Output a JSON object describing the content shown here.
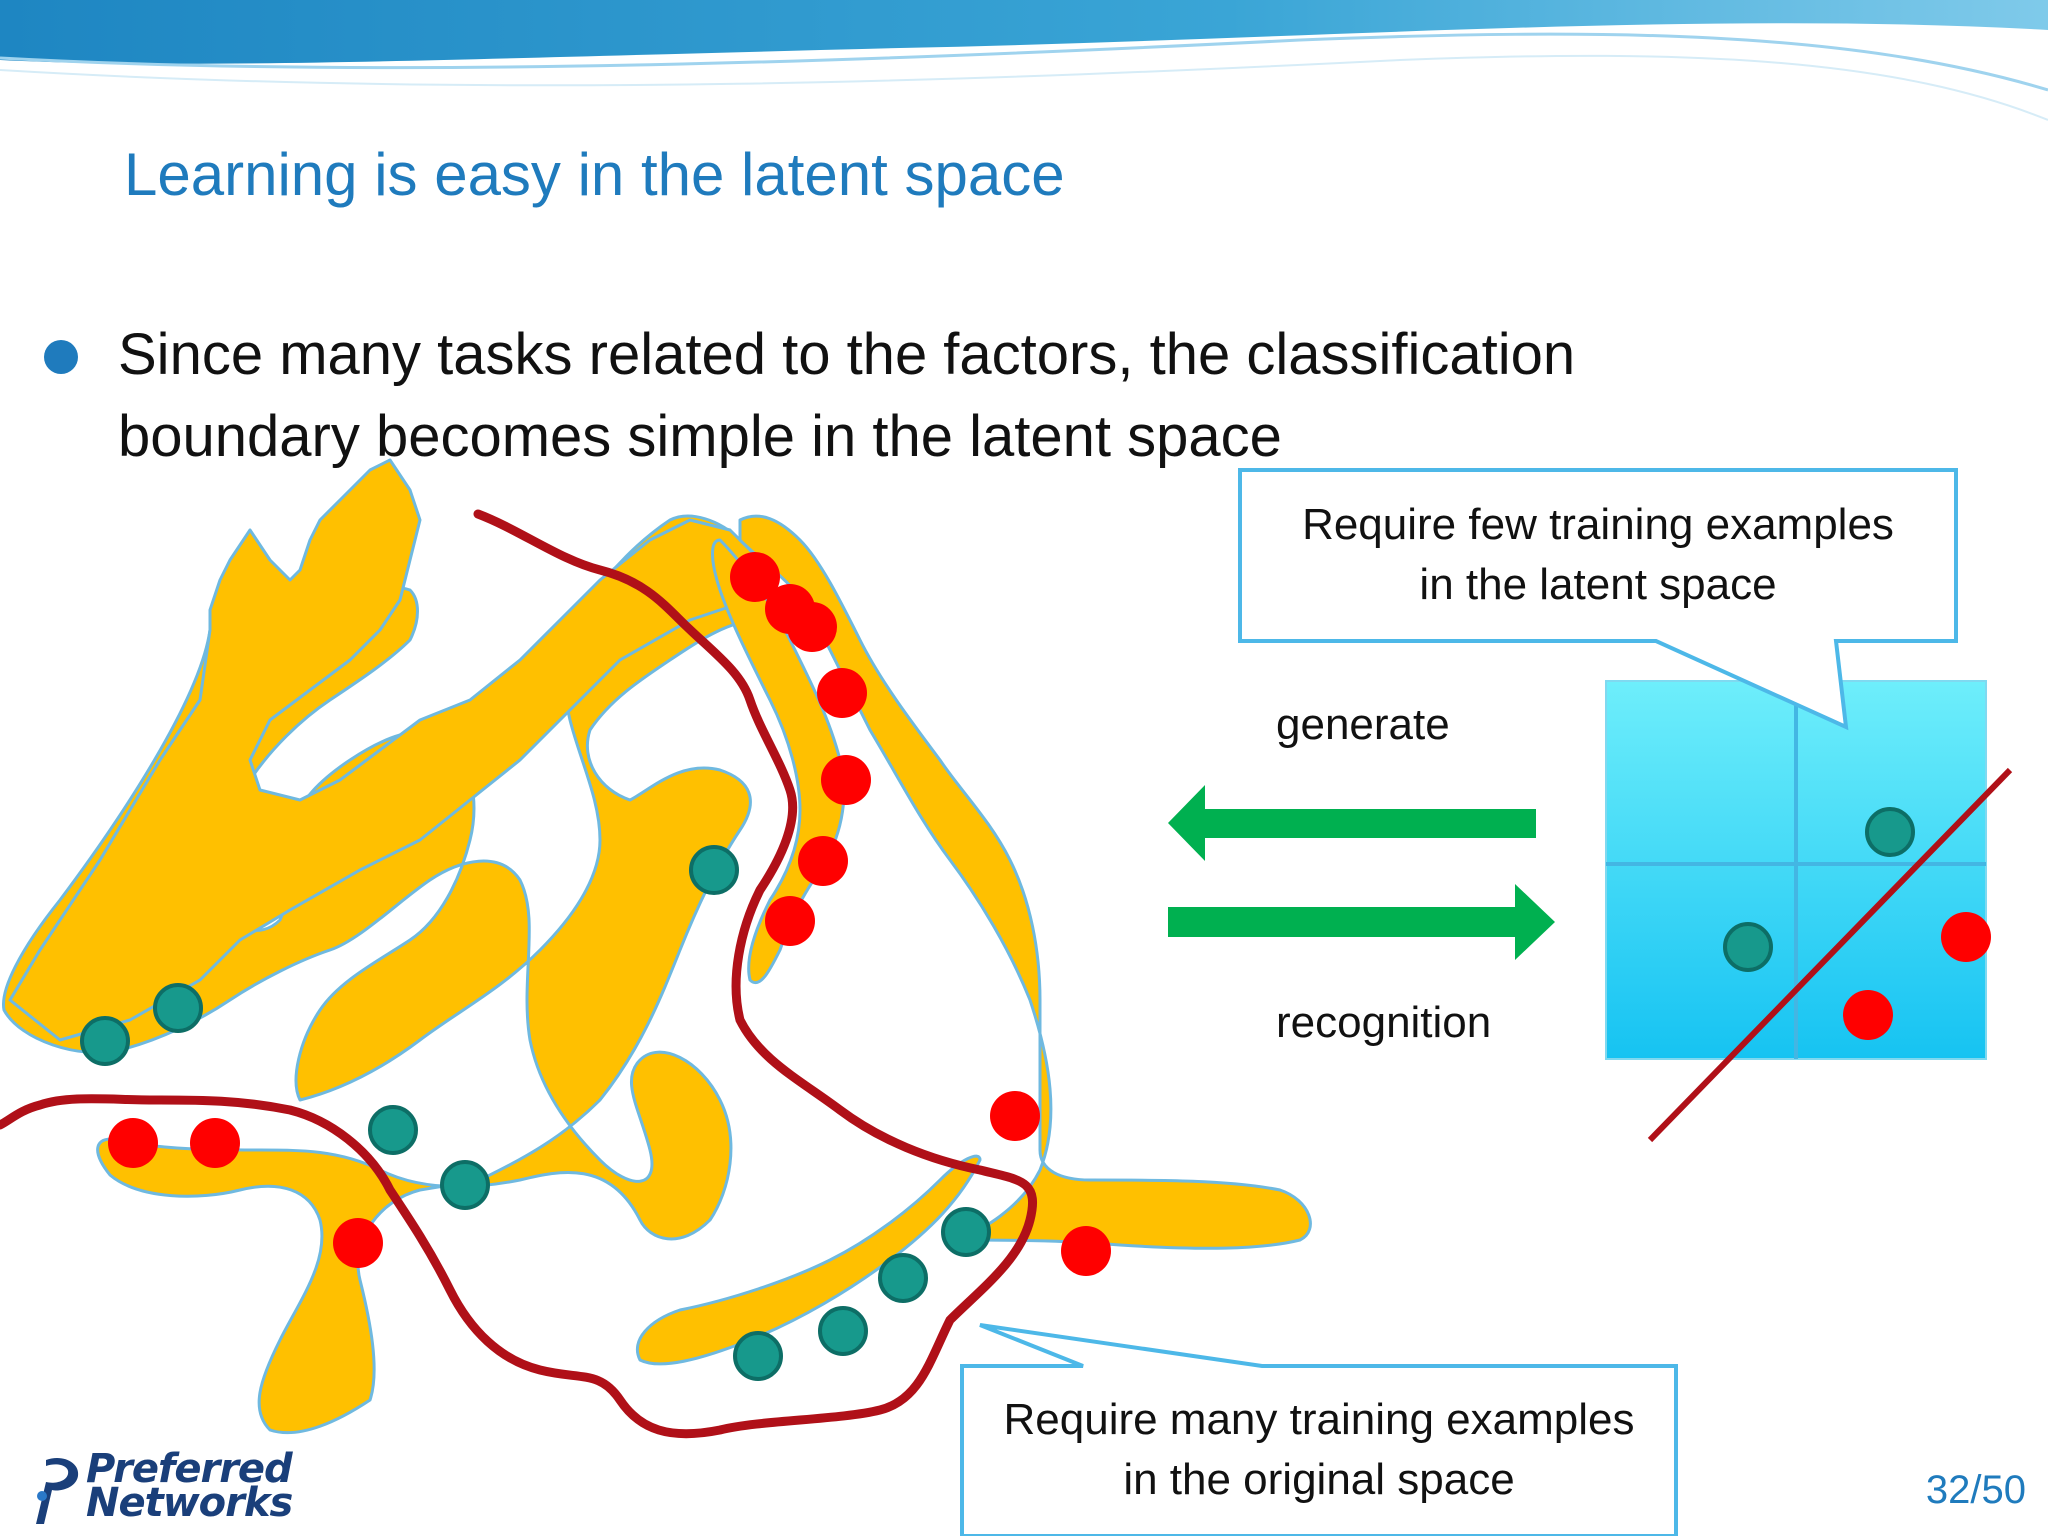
{
  "slide": {
    "title": "Learning is easy in the latent space",
    "bullet": {
      "line1": "Since many tasks related to the factors, the classification",
      "line2": "boundary becomes simple in the latent space"
    },
    "callout_latent": {
      "line1": "Require few training examples",
      "line2": "in the latent space"
    },
    "callout_original": {
      "line1": "Require many training examples",
      "line2": "in the original space"
    },
    "arrow_labels": {
      "generate": "generate",
      "recognition": "recognition"
    },
    "logo": {
      "line1": "Preferred",
      "line2": "Networks"
    },
    "page_number": "32/50"
  },
  "colors": {
    "title": "#1f7bbd",
    "manifold": "#ffc000",
    "manifold_outline": "#6fb9e0",
    "class_red": "#ff0000",
    "class_teal": "#17998c",
    "boundary": "#b01018",
    "arrow": "#00b050",
    "latent_box": "#4fd8f5",
    "callout_border": "#4db8e8"
  }
}
